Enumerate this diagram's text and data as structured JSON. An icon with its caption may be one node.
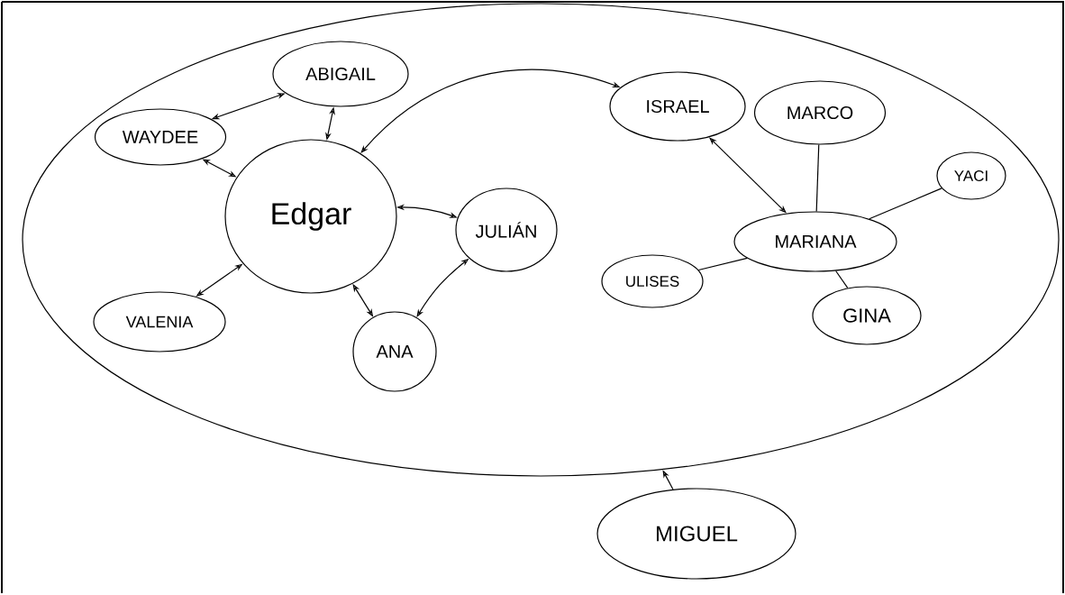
{
  "diagram": {
    "nodes": [
      {
        "text": [],
        "shape": "ellipse"
      },
      {
        "text": [
          "ABIGAIL"
        ],
        "in": 0
      },
      {
        "text": [
          "WAYDEE"
        ],
        "in": 0
      },
      {
        "text": [
          "ISRAEL"
        ],
        "in": 0
      },
      {
        "text": [
          "MARCO"
        ],
        "in": 0
      },
      {
        "text": [
          "Edgar"
        ],
        "in": 0
      },
      {
        "text": [
          "JULIÁN"
        ],
        "in": 0
      },
      {
        "text": [
          "YACI"
        ],
        "in": 0
      },
      {
        "text": [
          "MARIANA"
        ],
        "in": 0
      },
      {
        "text": [
          "ULISES"
        ],
        "in": 0
      },
      {
        "text": [
          "GINA"
        ],
        "in": 0
      },
      {
        "text": [
          "VALENIA"
        ],
        "in": 0
      },
      {
        "text": [
          "ANA"
        ],
        "in": 0
      },
      {
        "text": [
          "MIGUEL"
        ]
      }
    ],
    "edges": [
      {
        "from": 1,
        "to": 2,
        "arrow": "both"
      },
      {
        "from": 1,
        "to": 5,
        "arrow": "both"
      },
      {
        "from": 2,
        "to": 5,
        "arrow": "both"
      },
      {
        "from": 11,
        "to": 5,
        "arrow": "both"
      },
      {
        "from": 5,
        "to": 6,
        "arrow": "both"
      },
      {
        "from": 5,
        "to": 12,
        "arrow": "both"
      },
      {
        "from": 6,
        "to": 12,
        "arrow": "both"
      },
      {
        "from": 5,
        "to": 3,
        "arrow": "both"
      },
      {
        "from": 3,
        "to": 8,
        "arrow": "both"
      },
      {
        "from": 4,
        "to": 8,
        "arrow": "none"
      },
      {
        "from": 7,
        "to": 8,
        "arrow": "none"
      },
      {
        "from": 9,
        "to": 8,
        "arrow": "none"
      },
      {
        "from": 8,
        "to": 10,
        "arrow": "none"
      },
      {
        "from": 13,
        "to": 0,
        "arrow": "to"
      }
    ]
  }
}
